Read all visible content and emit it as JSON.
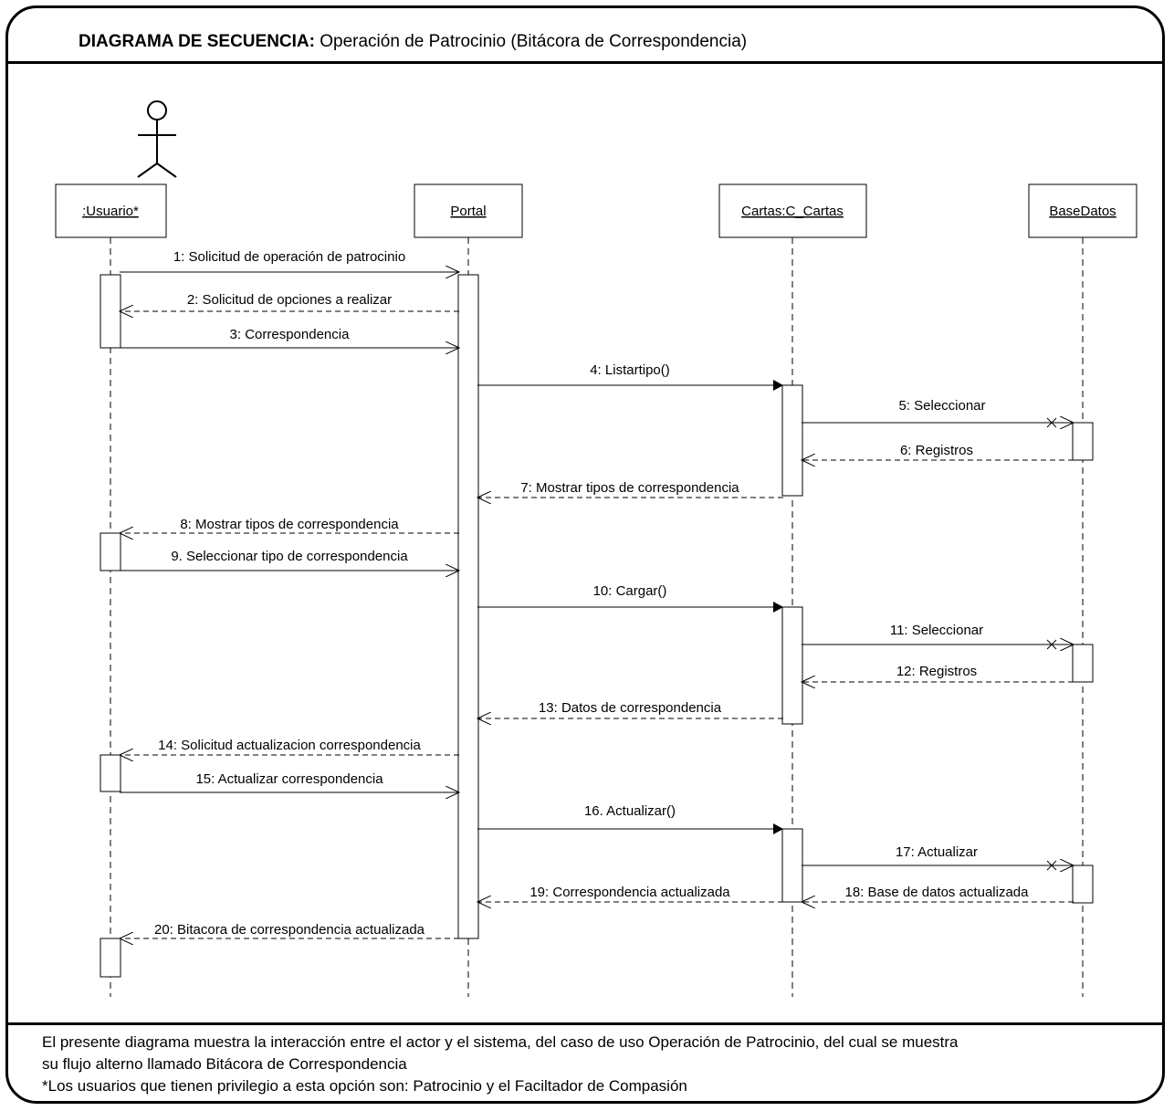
{
  "title": {
    "bold": "DIAGRAMA DE SECUENCIA:",
    "rest": "Operación de Patrocinio (Bitácora de Correspondencia)"
  },
  "lifelines": [
    {
      "id": "usuario",
      "label": ":Usuario*",
      "actor": true
    },
    {
      "id": "portal",
      "label": "Portal"
    },
    {
      "id": "cartas",
      "label": "Cartas:C_Cartas"
    },
    {
      "id": "basedatos",
      "label": "BaseDatos"
    }
  ],
  "messages": [
    {
      "label": "1: Solicitud de operación de patrocinio",
      "from": "usuario",
      "to": "portal",
      "kind": "async"
    },
    {
      "label": "2: Solicitud de opciones a realizar",
      "from": "portal",
      "to": "usuario",
      "kind": "return"
    },
    {
      "label": "3: Correspondencia",
      "from": "usuario",
      "to": "portal",
      "kind": "async"
    },
    {
      "label": "4: Listartipo()",
      "from": "portal",
      "to": "cartas",
      "kind": "sync"
    },
    {
      "label": "5: Seleccionar",
      "from": "cartas",
      "to": "basedatos",
      "kind": "async-x"
    },
    {
      "label": "6: Registros",
      "from": "basedatos",
      "to": "cartas",
      "kind": "return"
    },
    {
      "label": "7: Mostrar tipos de correspondencia",
      "from": "cartas",
      "to": "portal",
      "kind": "return"
    },
    {
      "label": "8: Mostrar tipos de correspondencia",
      "from": "portal",
      "to": "usuario",
      "kind": "return"
    },
    {
      "label": "9. Seleccionar tipo de correspondencia",
      "from": "usuario",
      "to": "portal",
      "kind": "async"
    },
    {
      "label": "10: Cargar()",
      "from": "portal",
      "to": "cartas",
      "kind": "sync"
    },
    {
      "label": "11: Seleccionar",
      "from": "cartas",
      "to": "basedatos",
      "kind": "async-x"
    },
    {
      "label": "12: Registros",
      "from": "basedatos",
      "to": "cartas",
      "kind": "return"
    },
    {
      "label": "13: Datos de correspondencia",
      "from": "cartas",
      "to": "portal",
      "kind": "return"
    },
    {
      "label": "14: Solicitud actualizacion correspondencia",
      "from": "portal",
      "to": "usuario",
      "kind": "return"
    },
    {
      "label": "15: Actualizar correspondencia",
      "from": "usuario",
      "to": "portal",
      "kind": "async"
    },
    {
      "label": "16. Actualizar()",
      "from": "portal",
      "to": "cartas",
      "kind": "sync"
    },
    {
      "label": "17: Actualizar",
      "from": "cartas",
      "to": "basedatos",
      "kind": "async-x"
    },
    {
      "label": "18: Base de datos actualizada",
      "from": "basedatos",
      "to": "cartas",
      "kind": "return"
    },
    {
      "label": "19: Correspondencia actualizada",
      "from": "cartas",
      "to": "portal",
      "kind": "return"
    },
    {
      "label": "20: Bitacora de correspondencia actualizada",
      "from": "portal",
      "to": "usuario",
      "kind": "return"
    }
  ],
  "footer": {
    "line1": "El presente diagrama muestra la interacción entre el actor y el sistema, del caso de uso Operación de Patrocinio, del cual se muestra",
    "line2": "su flujo alterno llamado Bitácora de Correspondencia",
    "line3": "*Los usuarios que tienen privilegio a esta opción son: Patrocinio y el Faciltador de Compasión"
  }
}
